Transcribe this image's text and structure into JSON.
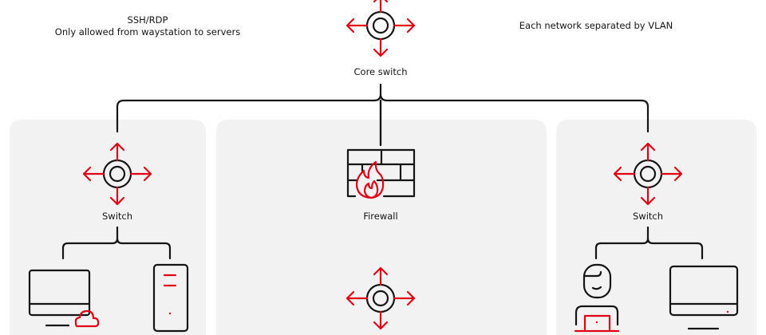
{
  "annotations": {
    "ssh_title": "SSH/RDP",
    "ssh_desc": "Only allowed from waystation to servers",
    "vlan_note": "Each network separated by VLAN"
  },
  "nodes": {
    "core_switch": "Core switch",
    "left_switch": "Switch",
    "firewall": "Firewall",
    "right_switch": "Switch"
  },
  "colors": {
    "accent": "#e00015",
    "panel": "#f2f2f2",
    "line": "#151515"
  }
}
